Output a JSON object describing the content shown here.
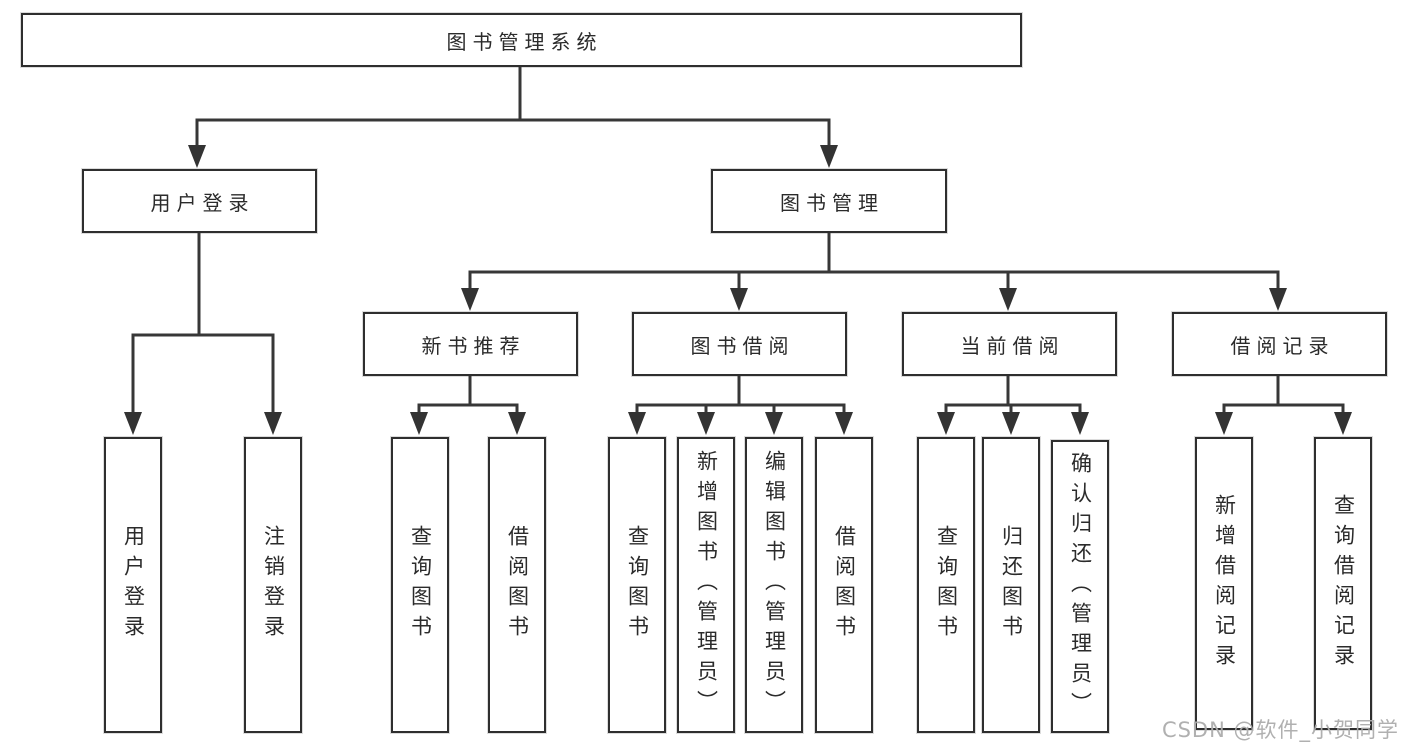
{
  "watermark": {
    "text": "CSDN @软件_小贺同学"
  },
  "tree": {
    "root": {
      "label": "图书管理系统"
    },
    "branches": [
      {
        "label": "用户登录",
        "children": [
          {
            "label": "用户登录"
          },
          {
            "label": "注销登录"
          }
        ]
      },
      {
        "label": "图书管理",
        "children": [
          {
            "label": "新书推荐",
            "children": [
              {
                "label": "查询图书"
              },
              {
                "label": "借阅图书"
              }
            ]
          },
          {
            "label": "图书借阅",
            "children": [
              {
                "label": "查询图书"
              },
              {
                "label": "新增图书（管理员）"
              },
              {
                "label": "编辑图书（管理员）"
              },
              {
                "label": "借阅图书"
              }
            ]
          },
          {
            "label": "当前借阅",
            "children": [
              {
                "label": "查询图书"
              },
              {
                "label": "归还图书"
              },
              {
                "label": "确认归还（管理员）"
              }
            ]
          },
          {
            "label": "借阅记录",
            "children": [
              {
                "label": "新增借阅记录"
              },
              {
                "label": "查询借阅记录"
              }
            ]
          }
        ]
      }
    ]
  },
  "colors": {
    "line": "#373737",
    "box_border": "#2e2e2e",
    "text": "#2b2b2b",
    "watermark": "#acacac",
    "background": "#ffffff"
  }
}
